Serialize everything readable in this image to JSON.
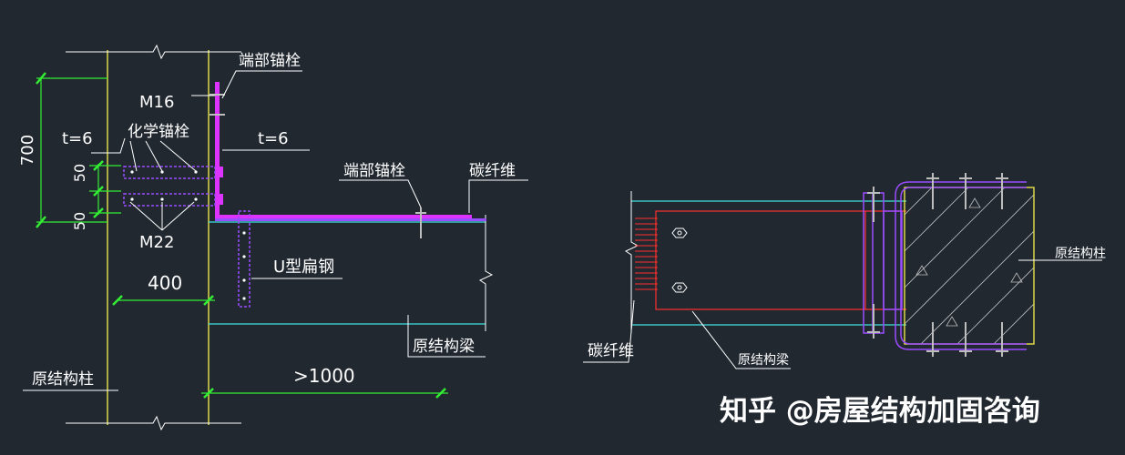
{
  "colors": {
    "background": "#212830",
    "white": "#ffffff",
    "yellow": "#e8e44a",
    "green": "#33ee33",
    "cyan": "#40e0e0",
    "magenta": "#dd33ff",
    "purple": "#9a4cff",
    "red": "#ff3030",
    "grey": "#bdbdbd"
  },
  "labels": {
    "dim_700": "700",
    "dim_50a": "50",
    "dim_50b": "50",
    "t6_left": "t=6",
    "m16": "M16",
    "chem_anchor": "化学锚栓",
    "end_anchor_top": "端部锚栓",
    "t6_mid": "t=6",
    "end_anchor_mid": "端部锚栓",
    "carbon_fiber_top": "碳纤维",
    "m22": "M22",
    "u_flat_steel": "U型扁钢",
    "dim_400": "400",
    "orig_beam_left": "原结构梁",
    "dim_gt1000": ">1000",
    "orig_column_left": "原结构柱",
    "orig_column_right": "原结构柱",
    "carbon_fiber_bottom": "碳纤维",
    "orig_beam_right": "原结构梁"
  },
  "watermark": "知乎 @房屋结构加固咨询"
}
